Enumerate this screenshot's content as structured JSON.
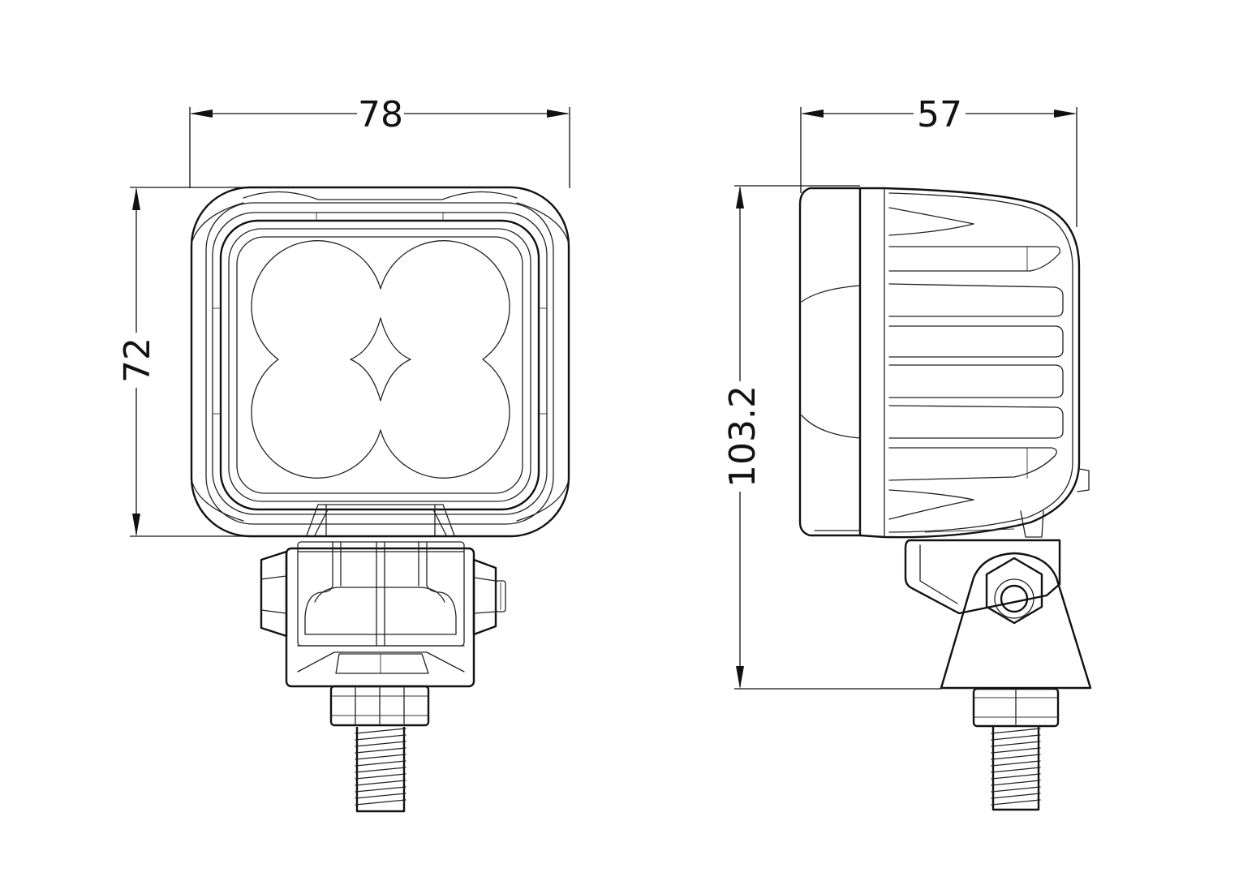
{
  "dimensions": {
    "front_width": "78",
    "front_height": "72",
    "side_depth": "57",
    "side_total_height": "103.2"
  },
  "colors": {
    "line": "#111111",
    "background": "#ffffff"
  }
}
